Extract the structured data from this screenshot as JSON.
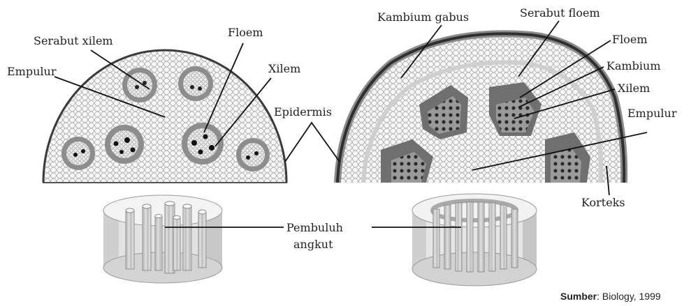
{
  "labels": {
    "serabut_xilem": "Serabut xilem",
    "empulur_left": "Empulur",
    "floem_left": "Floem",
    "xilem_left": "Xilem",
    "epidermis": "Epidermis",
    "kambium_gabus": "Kambium gabus",
    "serabut_floem": "Serabut floem",
    "floem_right": "Floem",
    "kambium": "Kambium",
    "xilem_right": "Xilem",
    "empulur_right": "Empulur",
    "korteks": "Korteks",
    "pembuluh_line1": "Pembuluh",
    "pembuluh_line2": "angkut"
  },
  "source": {
    "prefix": "Sumber",
    "text": ": Biology, 1999"
  },
  "colors": {
    "tissue_bg": "#f4f4f4",
    "cell_line": "#9a9a9a",
    "bundle_dark": "#6e6e6e",
    "bundle_mid": "#9b9b9b",
    "bark": "#4a4a4a",
    "cylinder_light": "#e6e6e6",
    "cylinder_shade": "#bdbdbd"
  }
}
